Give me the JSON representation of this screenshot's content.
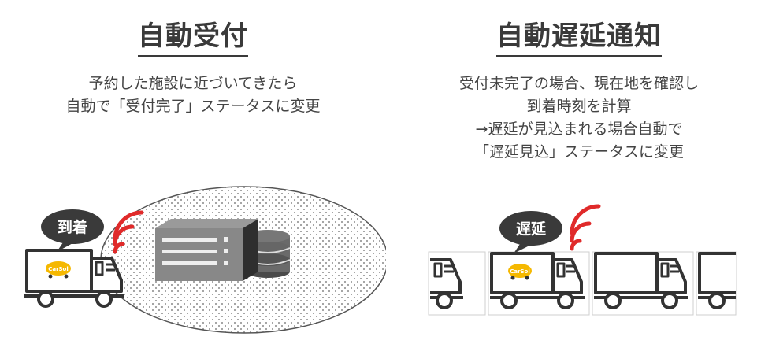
{
  "left": {
    "title": "自動受付",
    "description": [
      "予約した施設に近づいてきたら",
      "自動で「受付完了」ステータスに変更"
    ],
    "badge": "到着",
    "truck_logo": "CarSol"
  },
  "right": {
    "title": "自動遅延通知",
    "description": [
      "受付未完了の場合、現在地を確認し",
      "到着時刻を計算",
      "→遅延が見込まれる場合自動で",
      "「遅延見込」ステータスに変更"
    ],
    "badge": "遅延",
    "truck_logo": "CarSol"
  },
  "icons": [
    "truck-icon",
    "server-icon",
    "signal-icon",
    "speech-bubble-icon"
  ],
  "colors": {
    "text": "#3a3a3a",
    "signal": "#e02a2a",
    "logo": "#f5b800",
    "bubble": "#3a3a3a",
    "server": "#555555"
  }
}
